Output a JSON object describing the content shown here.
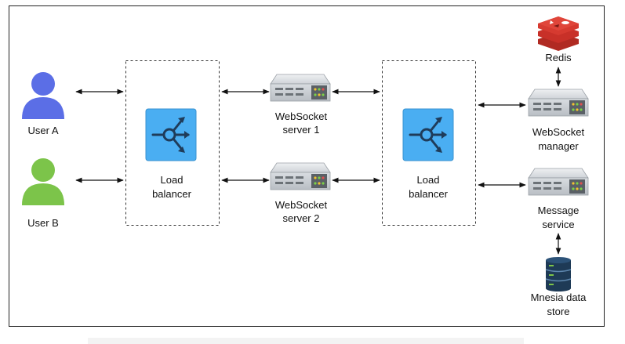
{
  "nodes": {
    "user_a": "User A",
    "user_b": "User B",
    "lb1": [
      "Load",
      "balancer"
    ],
    "ws1": [
      "WebSocket",
      "server 1"
    ],
    "ws2": [
      "WebSocket",
      "server 2"
    ],
    "lb2": [
      "Load",
      "balancer"
    ],
    "redis": "Redis",
    "ws_manager": [
      "WebSocket",
      "manager"
    ],
    "message_service": [
      "Message",
      "service"
    ],
    "mnesia": [
      "Mnesia data",
      "store"
    ]
  },
  "icons": {
    "user_a": "user-icon",
    "user_b": "user-icon",
    "load_balancer": "load-balancer-icon",
    "server": "server-icon",
    "redis": "redis-icon",
    "database": "database-icon"
  },
  "colors": {
    "user_a": "#5b6ee6",
    "user_b": "#7cc44a",
    "load_balancer": "#4aaef2",
    "redis": "#d63a30",
    "server": "#c9cdd2",
    "database": "#1e3a56"
  }
}
